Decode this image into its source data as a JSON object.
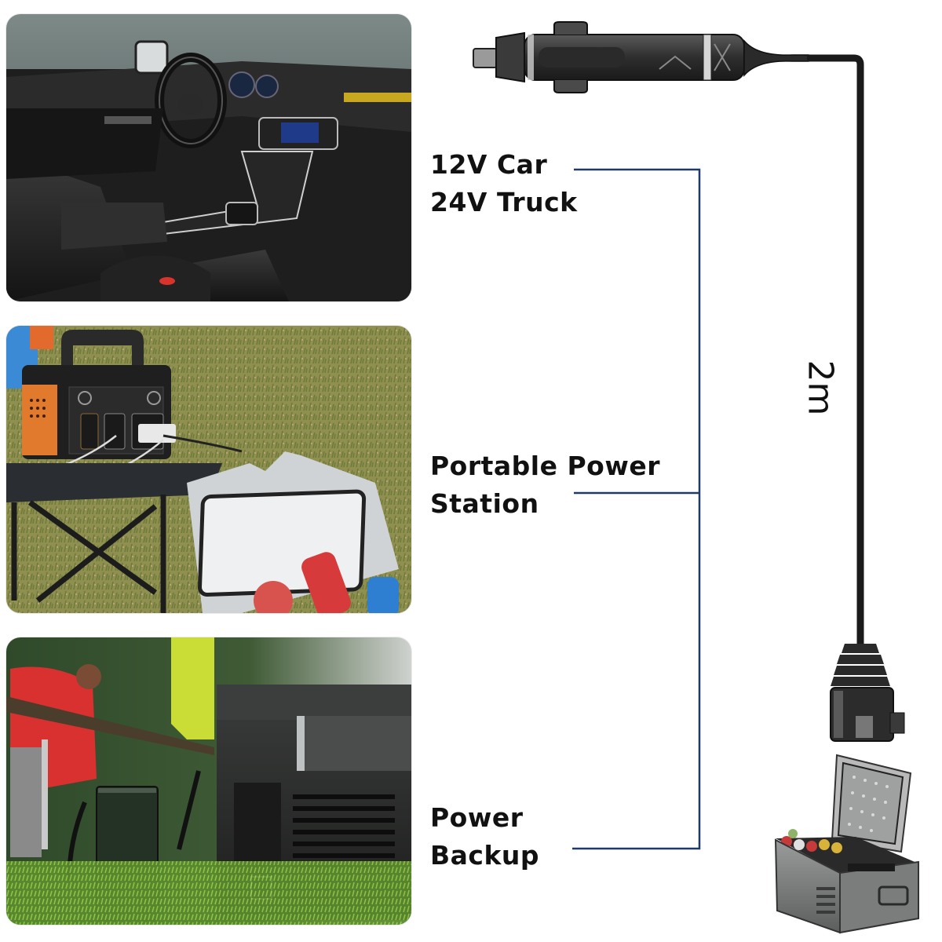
{
  "panels": [
    {
      "id": "car",
      "caption_lines": [
        "12V Car",
        "24V Truck"
      ],
      "scene": "car-interior-photo"
    },
    {
      "id": "station",
      "caption_lines": [
        "Portable Power",
        "Station"
      ],
      "scene": "portable-power-station-with-cooler-photo"
    },
    {
      "id": "backup",
      "caption_lines": [
        "Power",
        "Backup"
      ],
      "scene": "power-bank-with-fridge-outdoors-photo"
    }
  ],
  "cable": {
    "length_label": "2m",
    "plug_type": "cigarette-lighter-plug",
    "end_connector": "right-angle-fridge-plug",
    "device": "portable-car-fridge"
  },
  "colors": {
    "connector_line": "#1f3a68",
    "cable": "#1a1a1a",
    "caption_text": "#111111",
    "background": "#ffffff"
  }
}
